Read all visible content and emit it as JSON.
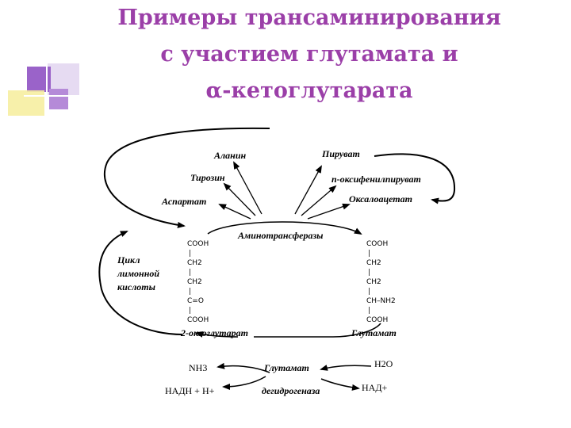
{
  "title": {
    "line1": "Примеры трансаминирования",
    "line2": "с участием глутамата и",
    "line3": "α-кетоглутарата"
  },
  "diagram": {
    "amino_acids": [
      "Аланин",
      "Тирозин",
      "Аспартат"
    ],
    "keto_acids": [
      "Пируват",
      "п-оксифенилпируват",
      "Оксалоацетат"
    ],
    "enzyme": "Аминотрансферазы",
    "cycle": [
      "Цикл",
      "лимонной",
      "кислоты"
    ],
    "left_structure": [
      "COOH",
      "|",
      "CH2",
      "|",
      "CH2",
      "|",
      "C=O",
      "|",
      "COOH"
    ],
    "right_structure": [
      "COOH",
      "|",
      "CH2",
      "|",
      "CH2",
      "|",
      "CH–NH2",
      "|",
      "COOH"
    ],
    "left_name": "2-оксоглутарат",
    "right_name": "Глутамат",
    "dehydrogenase": [
      "Глутамат",
      "дегидрогеназа"
    ],
    "nh3": "NH3",
    "nadh": "НАДН + Н+",
    "h2o": "H2O",
    "nad": "НАД+"
  },
  "colors": {
    "title": "#9b3fa8",
    "deco_purple": "#9a63c9",
    "deco_lilac": "#d9c7ec",
    "deco_yellow": "#f6eea1"
  }
}
